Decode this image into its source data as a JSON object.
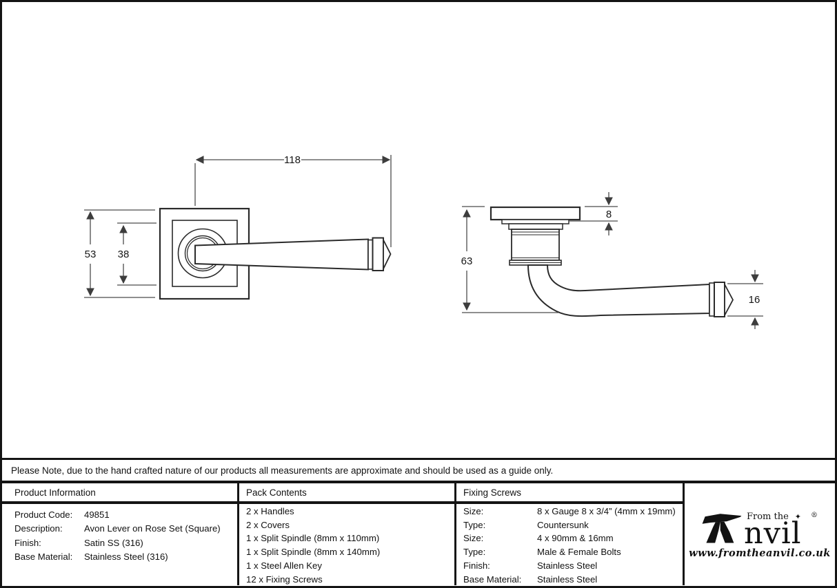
{
  "note": {
    "text": "Please Note, due to the hand crafted nature of our products all measurements are approximate and should be used as a guide only."
  },
  "dimensions": {
    "front_view": {
      "length": "118",
      "rose_height": "53",
      "inner_rose_height": "38"
    },
    "side_view": {
      "rose_thickness": "8",
      "projection": "63",
      "lever_thickness": "16"
    }
  },
  "tables": {
    "product_information": {
      "title": "Product Information",
      "rows": [
        {
          "label": "Product Code:",
          "value": "49851"
        },
        {
          "label": "Description:",
          "value": "Avon Lever on Rose Set (Square)"
        },
        {
          "label": "Finish:",
          "value": "Satin SS (316)"
        },
        {
          "label": "Base Material:",
          "value": "Stainless Steel (316)"
        }
      ]
    },
    "pack_contents": {
      "title": "Pack Contents",
      "items": [
        "2 x Handles",
        "2 x Covers",
        "1 x Split Spindle (8mm x 110mm)",
        "1 x Split Spindle (8mm x 140mm)",
        "1 x Steel Allen Key",
        "12 x Fixing Screws"
      ]
    },
    "fixing_screws": {
      "title": "Fixing Screws",
      "rows": [
        {
          "label": "Size:",
          "value": "8 x Gauge 8 x 3/4” (4mm x 19mm)"
        },
        {
          "label": "Type:",
          "value": "Countersunk"
        },
        {
          "label": "Size:",
          "value": "4 x 90mm & 16mm"
        },
        {
          "label": "Type:",
          "value": "Male & Female Bolts"
        },
        {
          "label": "Finish:",
          "value": "Stainless Steel"
        },
        {
          "label": "Base Material:",
          "value": "Stainless Steel"
        }
      ]
    }
  },
  "logo": {
    "icon": "anvil",
    "from_the": "From the",
    "star": "✦",
    "name_rest": "nvil",
    "registered": "®",
    "website": "www.fromtheanvil.co.uk"
  },
  "colors": {
    "line": "#2a2a2a",
    "dimension_line": "#4a4a4a",
    "border": "#141414",
    "background": "#ffffff"
  }
}
